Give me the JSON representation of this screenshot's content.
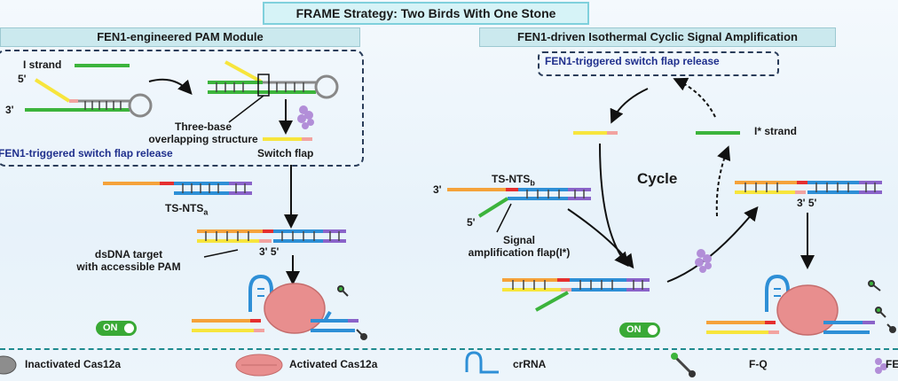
{
  "title": "FRAME Strategy: Two Birds With One Stone",
  "left_panel": {
    "header": "FEN1-engineered PAM Module",
    "i_strand": "I strand",
    "five_prime": "5'",
    "three_prime": "3'",
    "overlap_line1": "Three-base",
    "overlap_line2": "overlapping structure",
    "release_label": "FEN1-triggered switch flap release",
    "switch_flap": "Switch flap",
    "ts_nts": "TS-NTS",
    "ts_nts_sub": "a",
    "dsdna_line1": "dsDNA target",
    "dsdna_line2": "with accessible PAM",
    "prime_pair": "3' 5'",
    "on_label": "ON"
  },
  "right_panel": {
    "header": "FEN1-driven Isothermal Cyclic Signal Amplification",
    "release_label": "FEN1-triggered switch flap release",
    "i_star": "I* strand",
    "cycle": "Cycle",
    "ts_nts": "TS-NTS",
    "ts_nts_sub": "b",
    "three_prime": "3'",
    "five_prime": "5'",
    "signal_line1": "Signal",
    "signal_line2": "amplification flap(I*)",
    "prime_pair": "3' 5'",
    "on_label": "ON"
  },
  "legend": {
    "inactivated": "Inactivated Cas12a",
    "activated": "Activated Cas12a",
    "crrna": "crRNA",
    "fq": "F-Q",
    "fen": "FE"
  },
  "colors": {
    "orange": "#f5a23a",
    "yellow": "#f7e53c",
    "green": "#3cb43c",
    "red": "#e52f2f",
    "blue": "#2e8fd6",
    "purple": "#8a63c9",
    "pink": "#f2a3a0",
    "cas": "#e88e8e"
  }
}
